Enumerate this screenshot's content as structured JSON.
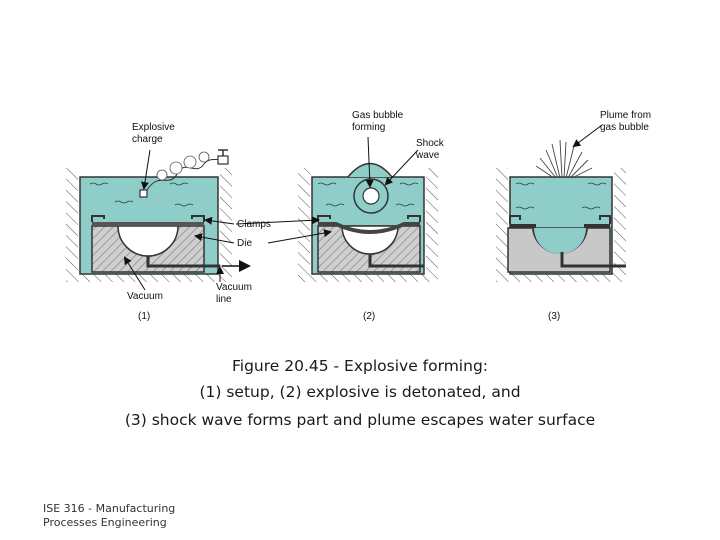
{
  "labels": {
    "explosive_charge_1": "Explosive",
    "explosive_charge_2": "charge",
    "gas_bubble_1": "Gas bubble",
    "gas_bubble_2": "forming",
    "shock_wave_1": "Shock",
    "shock_wave_2": "wave",
    "plume_1": "Plume from",
    "plume_2": "gas bubble",
    "clamps": "Clamps",
    "die": "Die",
    "vacuum": "Vacuum",
    "vacuum_line_1": "Vacuum",
    "vacuum_line_2": "line",
    "step1": "(1)",
    "step2": "(2)",
    "step3": "(3)"
  },
  "caption": {
    "line1": "Figure 20.45 ‑ Explosive forming:",
    "line2": "(1) setup, (2) explosive is detonated, and",
    "line3": "(3) shock wave forms part and plume escapes water surface"
  },
  "footer": {
    "line1": "ISE 316 ‑ Manufacturing",
    "line2": "Processes Engineering"
  },
  "colors": {
    "water": "#8ecdc8",
    "die_fill": "#c8c8c8",
    "ground": "#ffffff",
    "steel": "#333333"
  }
}
